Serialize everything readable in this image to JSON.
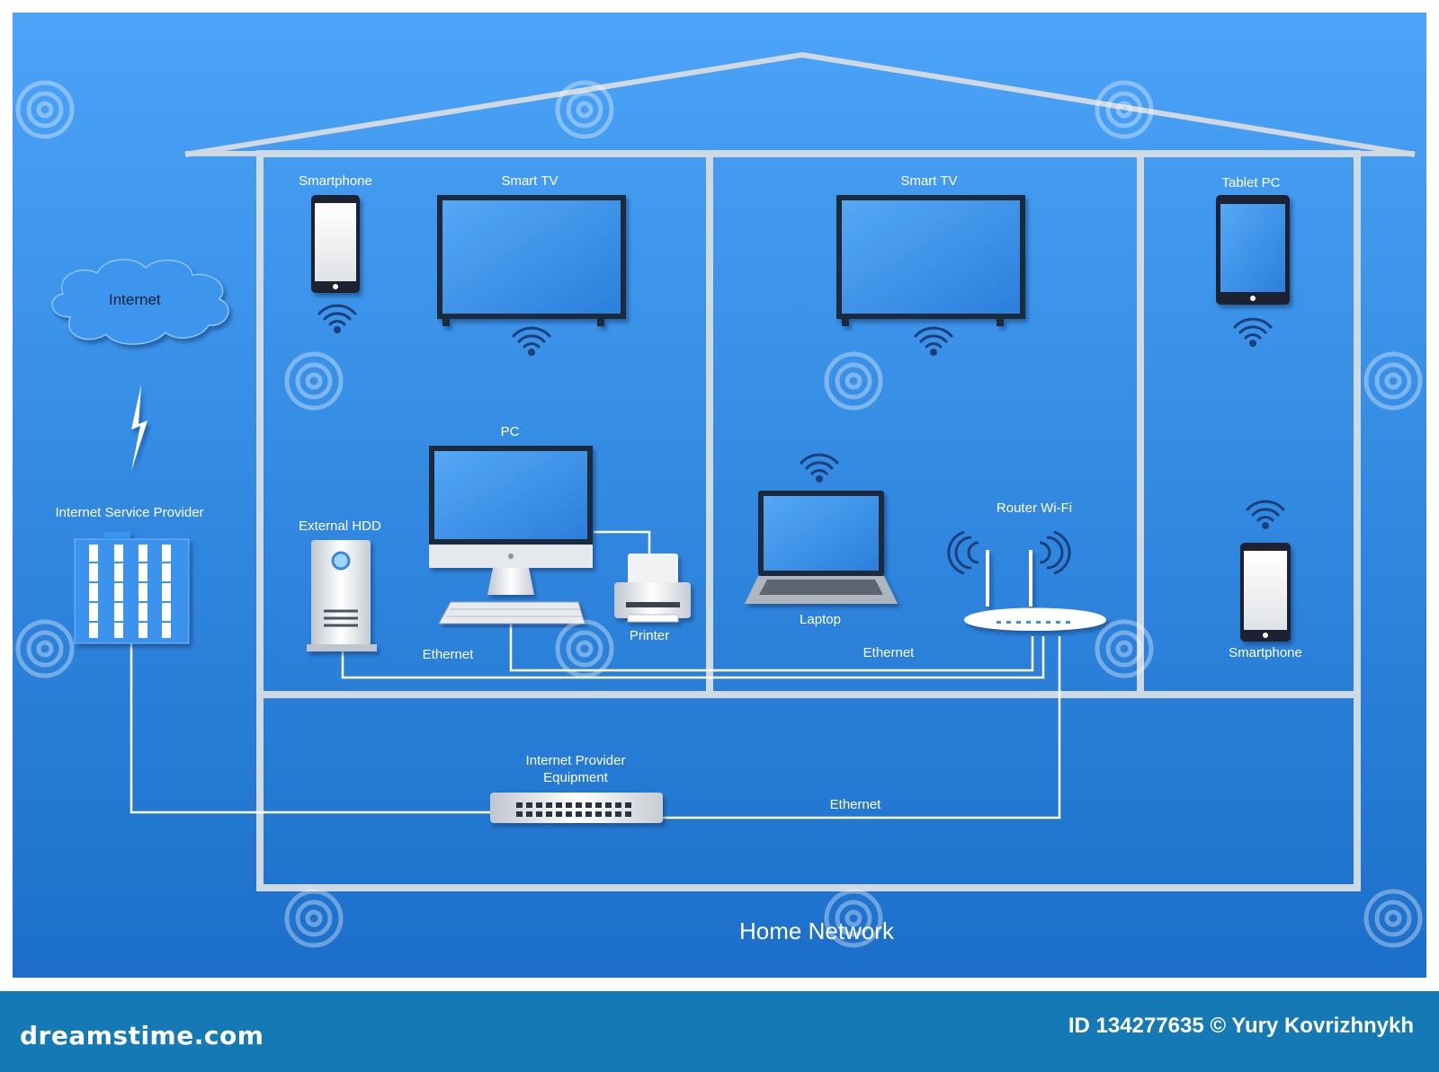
{
  "diagram": {
    "title": "Home Network",
    "labels": {
      "internet": "Internet",
      "isp": "Internet Service Provider",
      "smartphone_1": "Smartphone",
      "smart_tv_1": "Smart TV",
      "smart_tv_2": "Smart TV",
      "tablet_pc": "Tablet PC",
      "pc": "PC",
      "external_hdd": "External HDD",
      "printer": "Printer",
      "laptop": "Laptop",
      "router": "Router Wi-Fi",
      "smartphone_2": "Smartphone",
      "ethernet_1": "Ethernet",
      "ethernet_2": "Ethernet",
      "ethernet_3": "Ethernet",
      "provider_equipment_line1": "Internet Provider",
      "provider_equipment_line2": "Equipment"
    },
    "colors": {
      "background_top": "#4aa3f7",
      "background_bottom": "#1a6fc9",
      "wall": "#d0d8e2",
      "screen": "#3b8fe6",
      "cable": "#ffffff"
    }
  },
  "watermark": {
    "brand": "dreamstime",
    "site": "dreamstime.com",
    "image_id": "ID 134277635 © Yury Kovrizhnykh"
  }
}
